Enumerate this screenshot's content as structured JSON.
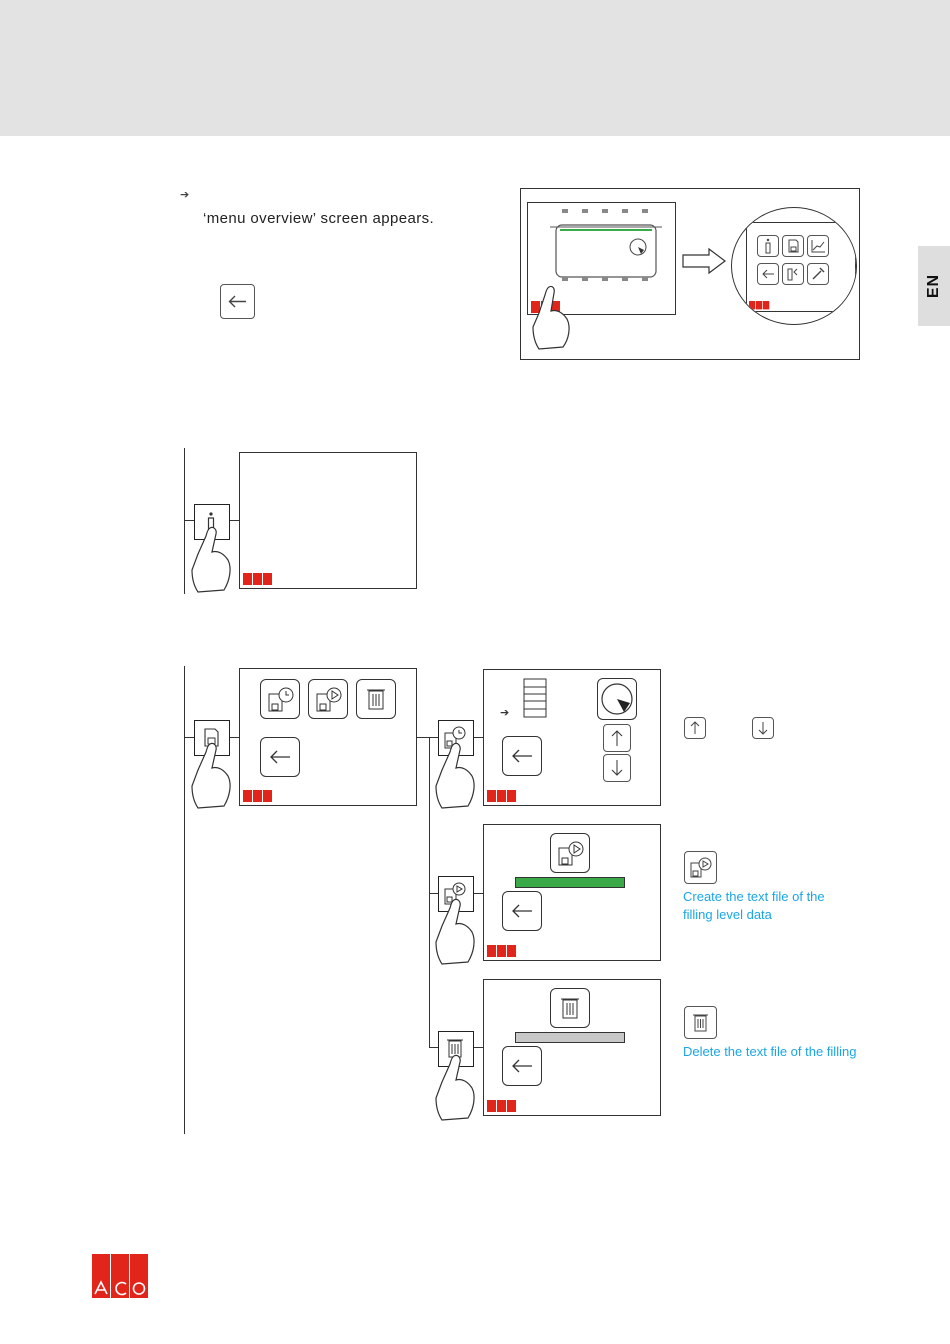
{
  "language_tab": "EN",
  "intro": {
    "bullet_symbol": "➔",
    "text": "‘menu overview’ screen appears."
  },
  "icons": {
    "back": "back-arrow-icon",
    "info": "info-icon",
    "sd_card": "sd-card-icon",
    "chart": "chart-icon",
    "service": "service-icon",
    "wrench": "wrench-icon",
    "clock": "clock-icon",
    "play": "play-icon",
    "trash": "trash-icon",
    "up": "arrow-up-icon",
    "down": "arrow-down-icon",
    "hand": "pointing-hand-icon",
    "gauge": "gauge-icon"
  },
  "colors": {
    "aco_red": "#e1251b",
    "green_bar": "#3aaa48",
    "grey_bar": "#c8c8c8",
    "link_blue": "#1aa6e6",
    "header_grey": "#e3e3e3"
  },
  "logo": {
    "letters": [
      "A",
      "C",
      "O"
    ]
  },
  "notes": {
    "create": [
      "Create the text file of the",
      "filling level data"
    ],
    "delete": [
      "Delete the text file of the filling"
    ]
  }
}
